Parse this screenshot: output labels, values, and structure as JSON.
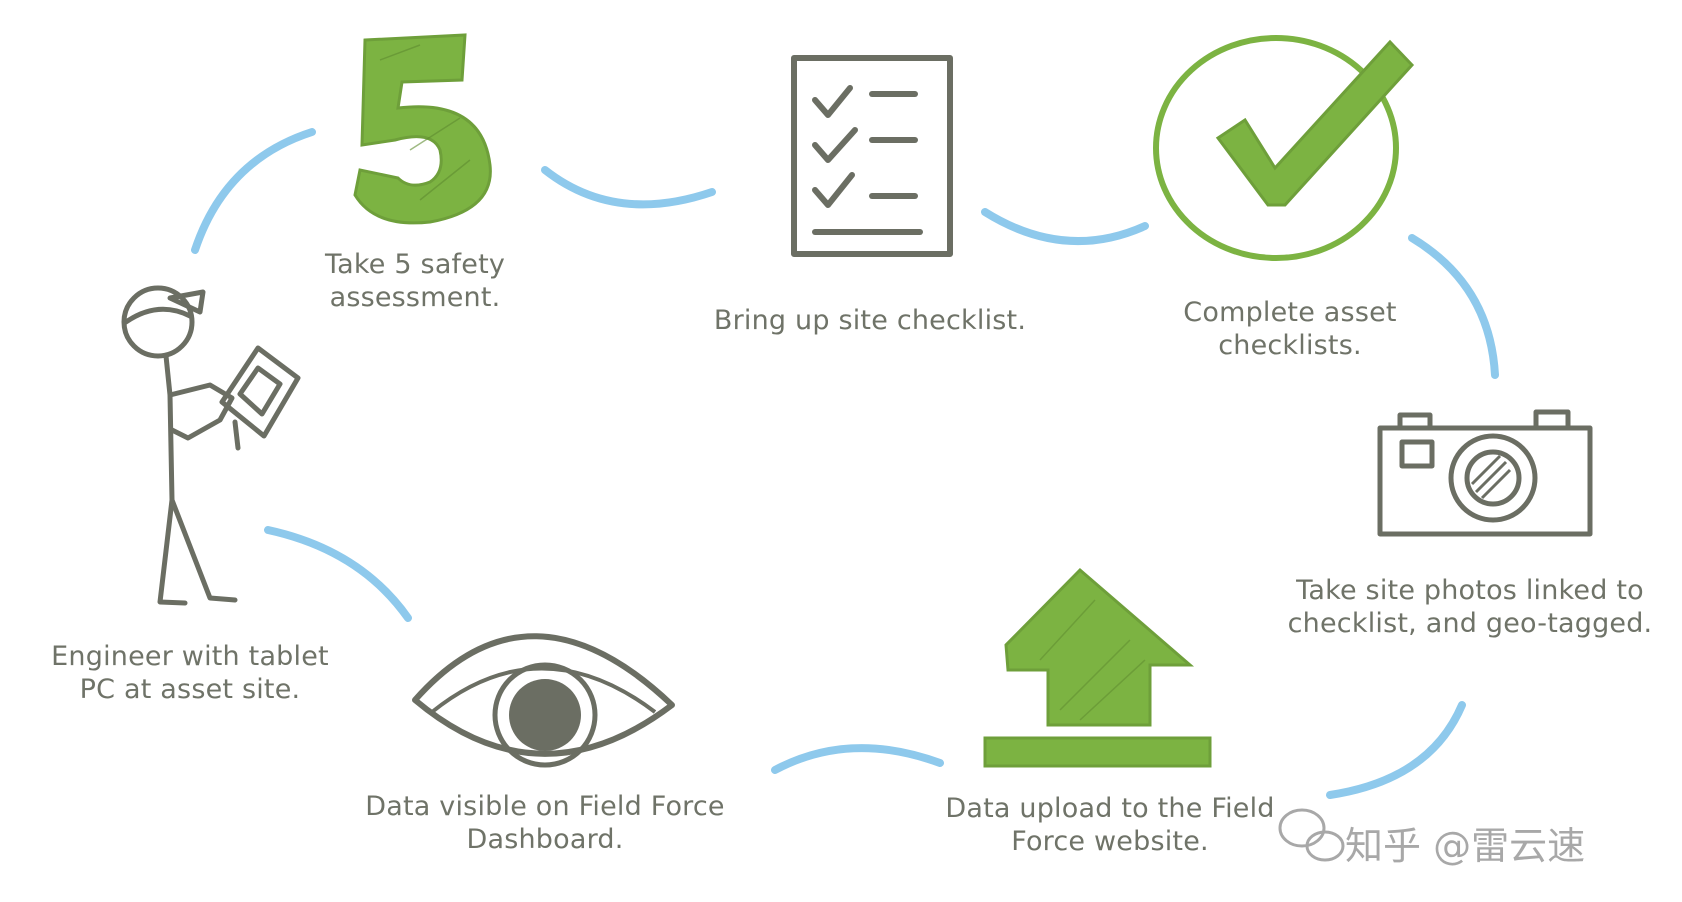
{
  "colors": {
    "green": "#7cb342",
    "gray": "#6b6e63",
    "blue": "#8ec9ec",
    "text": "#6f7368"
  },
  "steps": [
    {
      "icon": "stick-figure-engineer-icon",
      "caption": "Engineer with tablet\nPC at asset site."
    },
    {
      "icon": "number-5-icon",
      "caption": "Take 5 safety\nassessment."
    },
    {
      "icon": "checklist-icon",
      "caption": "Bring up site checklist."
    },
    {
      "icon": "checkmark-circle-icon",
      "caption": "Complete asset\nchecklists."
    },
    {
      "icon": "camera-icon",
      "caption": "Take site photos linked to\nchecklist, and geo-tagged."
    },
    {
      "icon": "upload-arrow-icon",
      "caption": "Data upload to the Field\nForce website."
    },
    {
      "icon": "eye-icon",
      "caption": "Data visible on Field Force\nDashboard."
    }
  ],
  "watermark": {
    "icon": "wechat-icon",
    "text": "知乎 @雷云速"
  }
}
